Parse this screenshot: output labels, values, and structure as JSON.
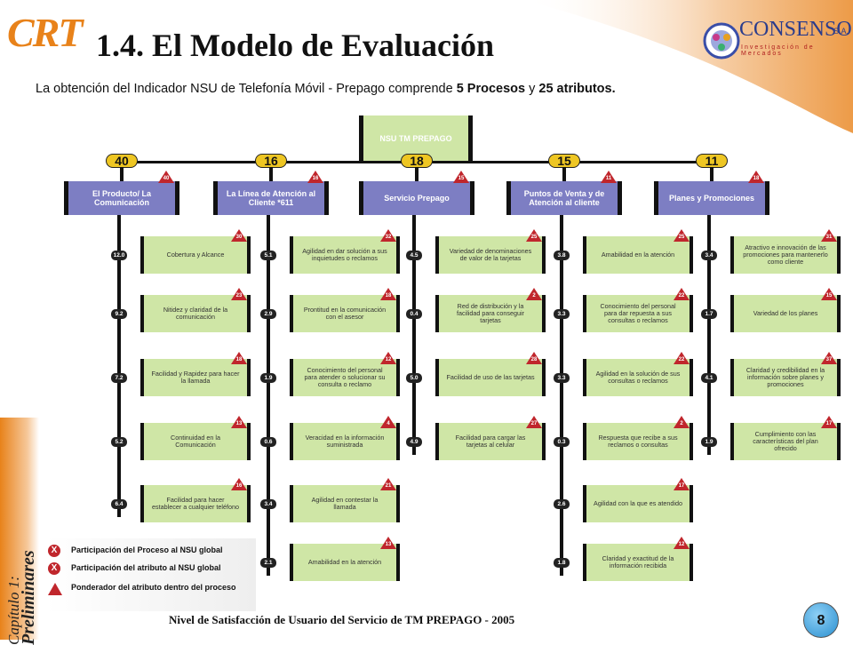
{
  "header": {
    "logo_text": "CRT",
    "title": "1.4. El Modelo de Evaluación",
    "subtitle_pre": "La obtención del Indicador NSU de Telefonía Móvil  - Prepago comprende ",
    "subtitle_b1": "5 Procesos",
    "subtitle_mid": " y ",
    "subtitle_b2": "25 atributos.",
    "company_name": "CONSENSO",
    "company_suffix": "S.A.",
    "company_tagline": "Investigación de Mercados"
  },
  "root": {
    "label": "NSU TM PREPAGO"
  },
  "processes": [
    {
      "label": "El Producto/ La Comunicación",
      "participation": "40",
      "weight": "40",
      "attributes": [
        {
          "label": "Cobertura  y Alcance",
          "value": "12.0",
          "weight": "30"
        },
        {
          "label": "Nitidez y claridad de la comunicación",
          "value": "9.2",
          "weight": "23"
        },
        {
          "label": "Facilidad y Rapidez para hacer la llamada",
          "value": "7.2",
          "weight": "18"
        },
        {
          "label": "Continuidad en la Comunicación",
          "value": "5.2",
          "weight": "13"
        },
        {
          "label": "Facilidad para hacer establecer a cualquier teléfono",
          "value": "6.4",
          "weight": "16"
        }
      ]
    },
    {
      "label": "La Línea de Atención al Cliente *611",
      "participation": "16",
      "weight": "16",
      "attributes": [
        {
          "label": "Agilidad en dar solución a sus inquietudes o reclamos",
          "value": "5.1",
          "weight": "32"
        },
        {
          "label": "Prontitud en la comunicación con el asesor",
          "value": "2.9",
          "weight": "18"
        },
        {
          "label": "Conocimiento del personal para atender o solucionar su consulta o reclamo",
          "value": "1.9",
          "weight": "12"
        },
        {
          "label": "Veracidad en la información suministrada",
          "value": "0.6",
          "weight": "4"
        },
        {
          "label": "Agilidad en contestar la llamada",
          "value": "3.4",
          "weight": "21"
        },
        {
          "label": "Amabilidad en la atención",
          "value": "2.1",
          "weight": "13"
        }
      ]
    },
    {
      "label": "Servicio Prepago",
      "participation": "18",
      "weight": "15",
      "attributes": [
        {
          "label": "Variedad de denominaciones de valor de la tarjetas",
          "value": "4.5",
          "weight": "25"
        },
        {
          "label": "Red de distribución y la facilidad para conseguir tarjetas",
          "value": "0.4",
          "weight": "2"
        },
        {
          "label": "Facilidad de uso de las tarjetas",
          "value": "5.0",
          "weight": "28"
        },
        {
          "label": "Facilidad para cargar las tarjetas al celular",
          "value": "4.9",
          "weight": "27"
        }
      ]
    },
    {
      "label": "Puntos de Venta y de Atención al cliente",
      "participation": "15",
      "weight": "11",
      "attributes": [
        {
          "label": "Amabilidad en la atención",
          "value": "3.8",
          "weight": "25"
        },
        {
          "label": "Conocimiento del personal para dar repuesta a sus consultas o reclamos",
          "value": "3.3",
          "weight": "22"
        },
        {
          "label": "Agilidad en la solución de sus consultas o reclamos",
          "value": "3.3",
          "weight": "22"
        },
        {
          "label": "Respuesta que recibe a sus reclamos o consultas",
          "value": "0.3",
          "weight": "2"
        },
        {
          "label": "Agilidad con la que es atendido",
          "value": "2.6",
          "weight": "17"
        },
        {
          "label": "Claridad y exactitud de la información recibida",
          "value": "1.8",
          "weight": "12"
        }
      ]
    },
    {
      "label": "Planes y Promociones",
      "participation": "11",
      "weight": "18",
      "attributes": [
        {
          "label": "Atractivo e innovación de las promociones para mantenerlo como cliente",
          "value": "3.4",
          "weight": "31"
        },
        {
          "label": "Variedad de los planes",
          "value": "1.7",
          "weight": "15"
        },
        {
          "label": "Claridad y credibilidad en la información sobre planes y promociones",
          "value": "4.1",
          "weight": "37"
        },
        {
          "label": "Cumplimiento con las características del plan ofrecido",
          "value": "1.9",
          "weight": "17"
        }
      ]
    }
  ],
  "legend": {
    "item1": "Participación del Proceso al NSU global",
    "item2": "Participación del atributo al NSU global",
    "item3": "Ponderador del atributo dentro del proceso",
    "marker": "X"
  },
  "chapter": {
    "line1": "Capítulo 1:",
    "line2": "Preliminares"
  },
  "footer": "Nivel de Satisfacción de Usuario del Servicio de TM PREPAGO  - 2005",
  "page_number": "8",
  "colors": {
    "accent": "#e8821a",
    "process": "#7d7ec3",
    "attribute": "#cfe6a6",
    "weight": "#c0262c",
    "pill": "#eec623"
  }
}
